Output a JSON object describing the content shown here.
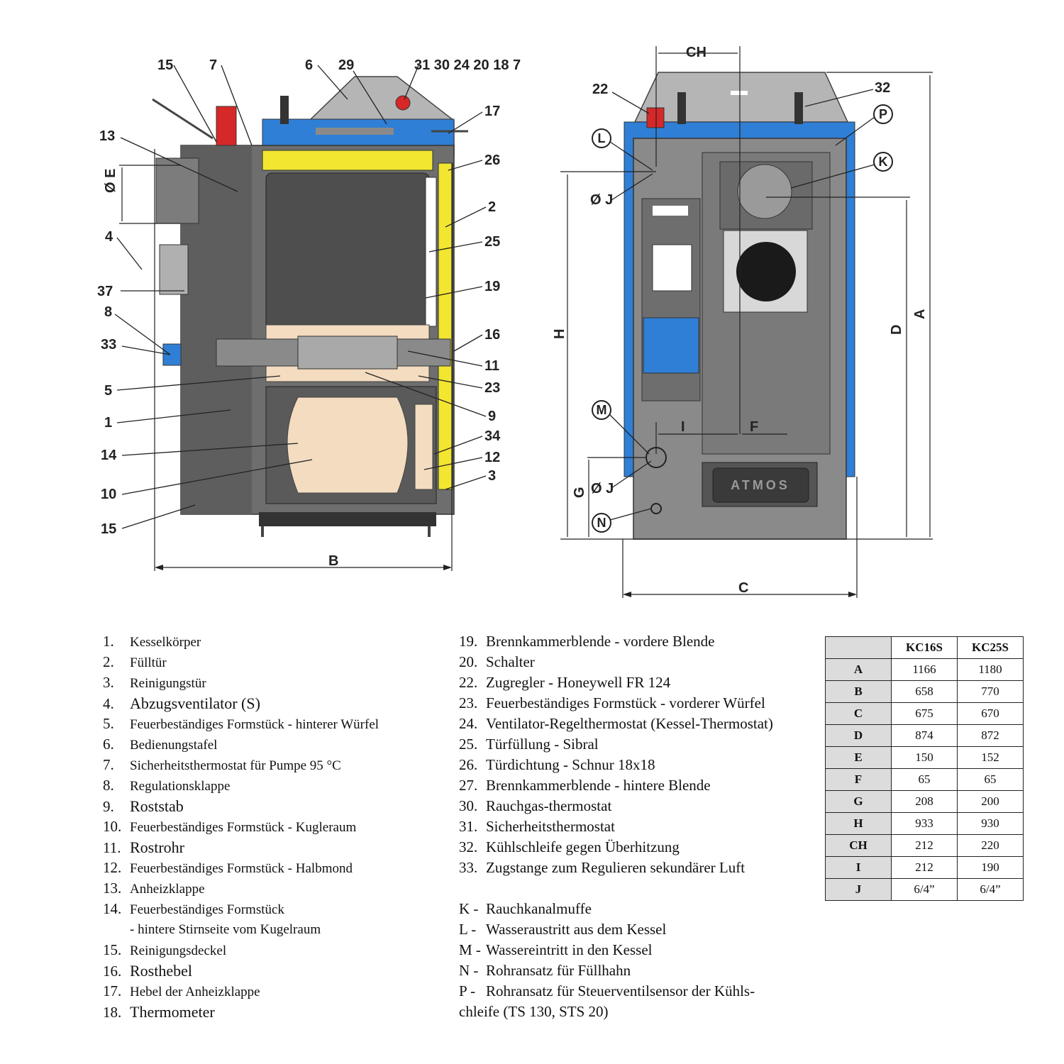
{
  "diagram": {
    "side_callouts_left": [
      "15",
      "7",
      "6",
      "29",
      "13",
      "ØE",
      "4",
      "37",
      "8",
      "33",
      "5",
      "1",
      "14",
      "10",
      "15"
    ],
    "side_callouts_top": {
      "n15": "15",
      "n7": "7",
      "n6": "6",
      "n29": "29",
      "group": "31 30 24 20 18 7"
    },
    "side_callouts_right": [
      "17",
      "26",
      "2",
      "25",
      "19",
      "16",
      "11",
      "23",
      "9",
      "34",
      "12",
      "3"
    ],
    "labels": {
      "n13": "13",
      "dE": "Ø E",
      "n4": "4",
      "n37": "37",
      "n8": "8",
      "n33": "33",
      "n5": "5",
      "n1": "1",
      "n14": "14",
      "n10": "10",
      "n15b": "15",
      "n17": "17",
      "n26": "26",
      "n2": "2",
      "n25": "25",
      "n19": "19",
      "n16": "16",
      "n11": "11",
      "n23": "23",
      "n9": "9",
      "n34": "34",
      "n12": "12",
      "n3": "3",
      "dimB": "B",
      "dimCH": "CH",
      "n22": "22",
      "n32": "32",
      "cP": "P",
      "cL": "L",
      "cK": "K",
      "dJ1": "Ø J",
      "dH": "H",
      "dD": "D",
      "dA": "A",
      "cM": "M",
      "dI": "I",
      "dF": "F",
      "dG": "G",
      "dJ2": "Ø J",
      "cN": "N",
      "dimC": "C",
      "brand": "ATMOS"
    },
    "colors": {
      "body": "#6e6e6e",
      "dark": "#555555",
      "blue": "#2f7fd6",
      "yellow": "#f2e630",
      "beige": "#f3dcc0",
      "red": "#d62828"
    }
  },
  "legend_left": [
    {
      "n": "1.",
      "t": "Kesselkörper"
    },
    {
      "n": "2.",
      "t": "Fülltür"
    },
    {
      "n": "3.",
      "t": "Reinigungstür"
    },
    {
      "n": "4.",
      "t": "Abzugsventilator (S)"
    },
    {
      "n": "5.",
      "t": "Feuerbeständiges Formstück - hinterer Würfel"
    },
    {
      "n": "6.",
      "t": "Bedienungstafel"
    },
    {
      "n": "7.",
      "t": "Sicherheitsthermostat für Pumpe 95 °C"
    },
    {
      "n": "8.",
      "t": "Regulationsklappe"
    },
    {
      "n": "9.",
      "t": "Roststab"
    },
    {
      "n": "10.",
      "t": "Feuerbeständiges Formstück - Kugleraum"
    },
    {
      "n": "11.",
      "t": "Rostrohr"
    },
    {
      "n": "12.",
      "t": "Feuerbeständiges Formstück - Halbmond"
    },
    {
      "n": "13.",
      "t": "Anheizklappe"
    },
    {
      "n": "14.",
      "t": "Feuerbeständiges Formstück"
    },
    {
      "n": "",
      "t": "- hintere Stirnseite vom Kugelraum"
    },
    {
      "n": "15.",
      "t": "Reinigungsdeckel"
    },
    {
      "n": "16.",
      "t": "Rosthebel"
    },
    {
      "n": "17.",
      "t": "Hebel der Anheizklappe"
    },
    {
      "n": "18.",
      "t": "Thermometer"
    }
  ],
  "legend_right": [
    {
      "n": "19.",
      "t": "Brennkammerblende - vordere Blende"
    },
    {
      "n": "20.",
      "t": "Schalter"
    },
    {
      "n": "22.",
      "t": "Zugregler - Honeywell FR 124"
    },
    {
      "n": "23.",
      "t": "Feuerbeständiges Formstück - vorderer Würfel"
    },
    {
      "n": "24.",
      "t": "Ventilator-Regelthermostat (Kessel-Thermostat)"
    },
    {
      "n": "25.",
      "t": "Türfüllung - Sibral"
    },
    {
      "n": "26.",
      "t": "Türdichtung - Schnur 18x18"
    },
    {
      "n": "27.",
      "t": "Brennkammerblende - hintere Blende"
    },
    {
      "n": "30.",
      "t": "Rauchgas-thermostat"
    },
    {
      "n": "31.",
      "t": "Sicherheitsthermostat"
    },
    {
      "n": "32.",
      "t": "Kühlschleife gegen Überhitzung"
    },
    {
      "n": "33.",
      "t": "Zugstange zum Regulieren sekundärer Luft"
    },
    {
      "n": "",
      "t": ""
    },
    {
      "n": "K -",
      "t": "Rauchkanalmuffe"
    },
    {
      "n": "L -",
      "t": "Wasseraustritt aus dem Kessel"
    },
    {
      "n": "M -",
      "t": "Wassereintritt in den Kessel"
    },
    {
      "n": "N -",
      "t": "Rohransatz für Füllhahn"
    },
    {
      "n": "P -",
      "t": "Rohransatz für Steuerventilsensor der Kühls-"
    },
    {
      "n": "",
      "t": "chleife (TS 130, STS 20)"
    }
  ],
  "table": {
    "headers": [
      "",
      "KC16S",
      "KC25S"
    ],
    "rows": [
      [
        "A",
        "1166",
        "1180"
      ],
      [
        "B",
        "658",
        "770"
      ],
      [
        "C",
        "675",
        "670"
      ],
      [
        "D",
        "874",
        "872"
      ],
      [
        "E",
        "150",
        "152"
      ],
      [
        "F",
        "65",
        "65"
      ],
      [
        "G",
        "208",
        "200"
      ],
      [
        "H",
        "933",
        "930"
      ],
      [
        "CH",
        "212",
        "220"
      ],
      [
        "I",
        "212",
        "190"
      ],
      [
        "J",
        "6/4”",
        "6/4”"
      ]
    ]
  }
}
